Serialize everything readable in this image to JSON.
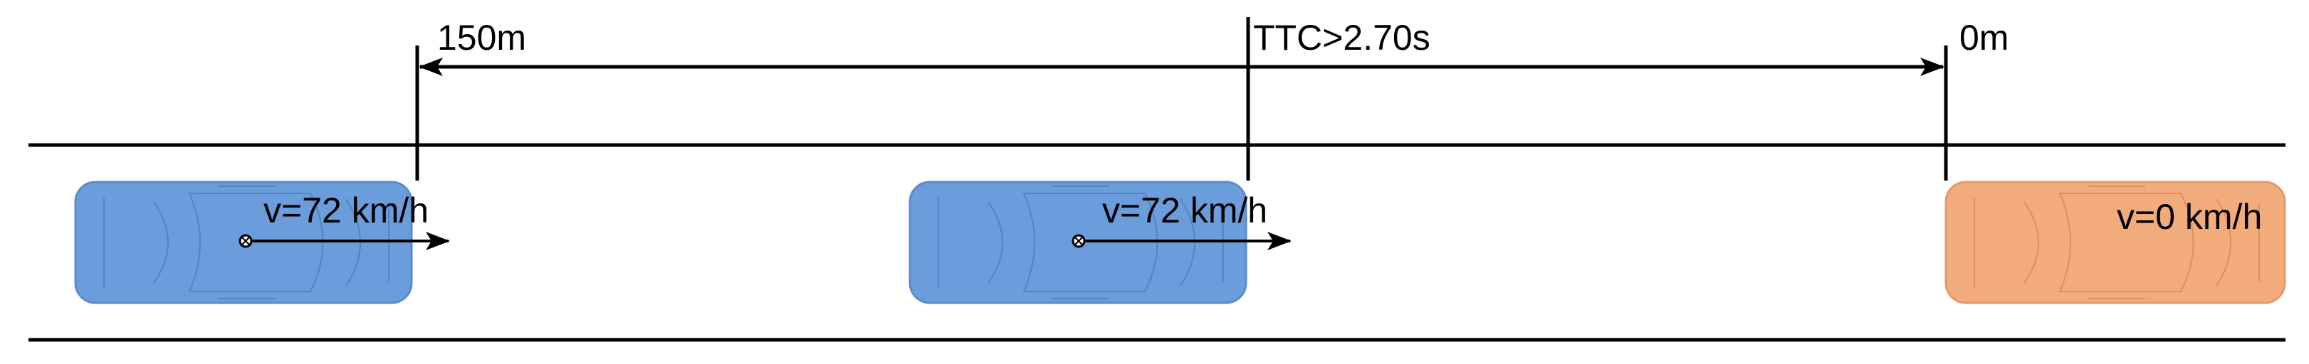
{
  "markers": {
    "start_distance": "150m",
    "ttc_label": "TTC>2.70s",
    "end_distance": "0m"
  },
  "vehicles": [
    {
      "name": "ego-vehicle-start",
      "speed_label": "v=72 km/h",
      "color": "#6b9ddc",
      "icon": "car-top-view-icon"
    },
    {
      "name": "ego-vehicle-ttc",
      "speed_label": "v=72 km/h",
      "color": "#6b9ddc",
      "icon": "car-top-view-icon"
    },
    {
      "name": "stationary-target-vehicle",
      "speed_label": "v=0 km/h",
      "color": "#f2ac7c",
      "icon": "car-top-view-icon"
    }
  ],
  "colors": {
    "ego": "#6b9ddc",
    "target": "#f2ac7c",
    "line": "#000000"
  }
}
